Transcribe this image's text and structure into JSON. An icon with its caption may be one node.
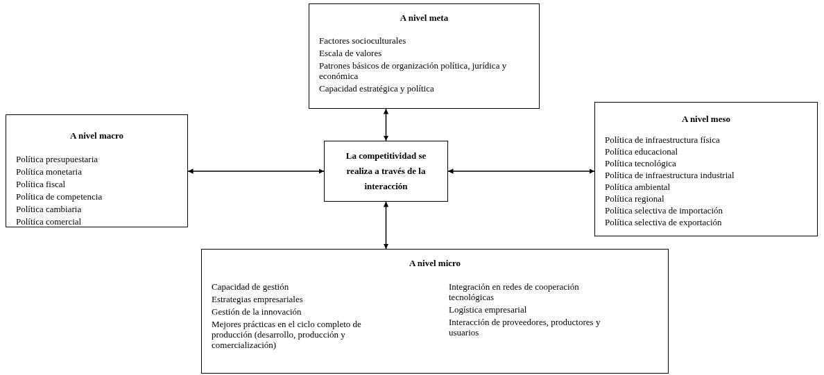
{
  "diagram": {
    "nodes": [
      {
        "text": [
          "A nivel meta",
          "Factores socioculturales",
          "Escala de valores",
          "Patrones básicos de organización política, jurídica y económica",
          "Capacidad estratégica y política"
        ]
      },
      {
        "text": [
          "A nivel macro",
          "Política presupuestaria",
          "Política monetaria",
          "Política fiscal",
          "Política de competencia",
          "Política cambiaria",
          "Política comercial"
        ]
      },
      {
        "text": [
          "La competitividad se realiza a través de la interacción"
        ]
      },
      {
        "text": [
          "A nivel meso",
          "Política de infraestructura física",
          "Política educacional",
          "Política tecnológica",
          "Política de infraestructura industrial",
          "Política ambiental",
          "Política regional",
          "Política selectiva de importación",
          "Política selectiva de exportación"
        ]
      },
      {
        "text": [
          "A nivel micro",
          "Capacidad de gestión",
          "Estrategias empresariales",
          "Gestión de la innovación",
          "Mejores prácticas en el ciclo completo de producción (desarrollo, producción y comercialización)",
          "Integración en redes de cooperación tecnológicas",
          "Logística empresarial",
          "Interacción de proveedores, productores y usuarios"
        ]
      }
    ],
    "edges": [
      {
        "from": 2,
        "to": 0,
        "arrow": "both"
      },
      {
        "from": 1,
        "to": 2,
        "arrow": "both"
      },
      {
        "from": 2,
        "to": 3,
        "arrow": "both"
      },
      {
        "from": 2,
        "to": 4,
        "arrow": "both"
      }
    ]
  }
}
